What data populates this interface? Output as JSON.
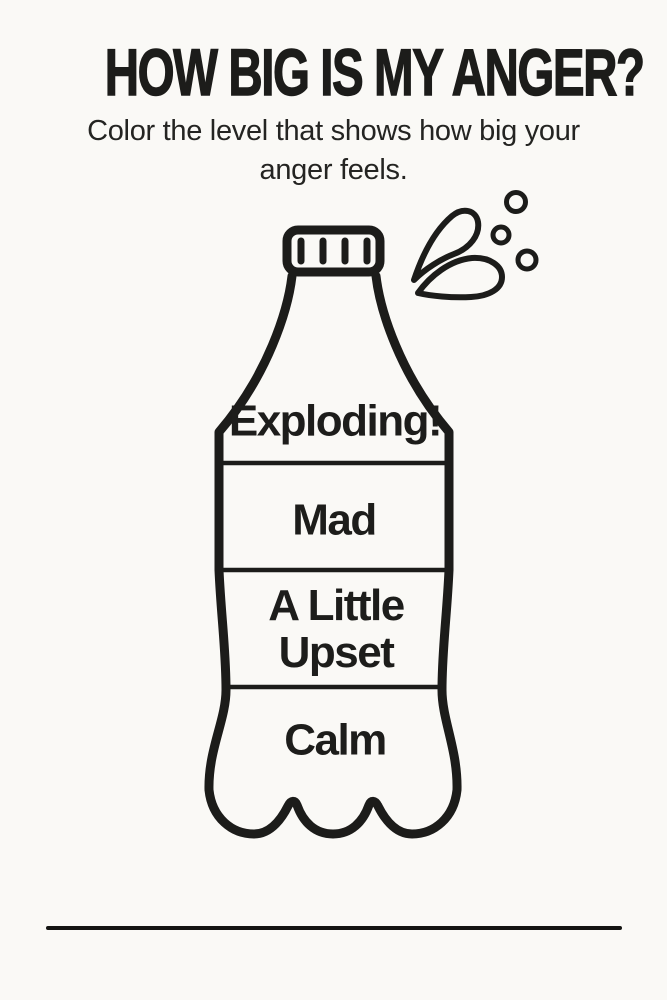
{
  "page": {
    "background": "#faf9f6",
    "ink": "#1c1c1a"
  },
  "header": {
    "title": "HOW BIG IS MY ANGER?",
    "subtitle_line1": "Color the level that shows how big your",
    "subtitle_line2": "anger feels."
  },
  "bottle": {
    "description": "soda-bottle-anger-thermometer",
    "levels": [
      {
        "label": "Exploding!"
      },
      {
        "label": "Mad"
      },
      {
        "label": "A Little Upset"
      },
      {
        "label": "Calm"
      }
    ]
  },
  "decorations": {
    "splash_icon": "splash-droplets",
    "bubble_icon": "soda-bubbles",
    "bubble_count": 3
  }
}
